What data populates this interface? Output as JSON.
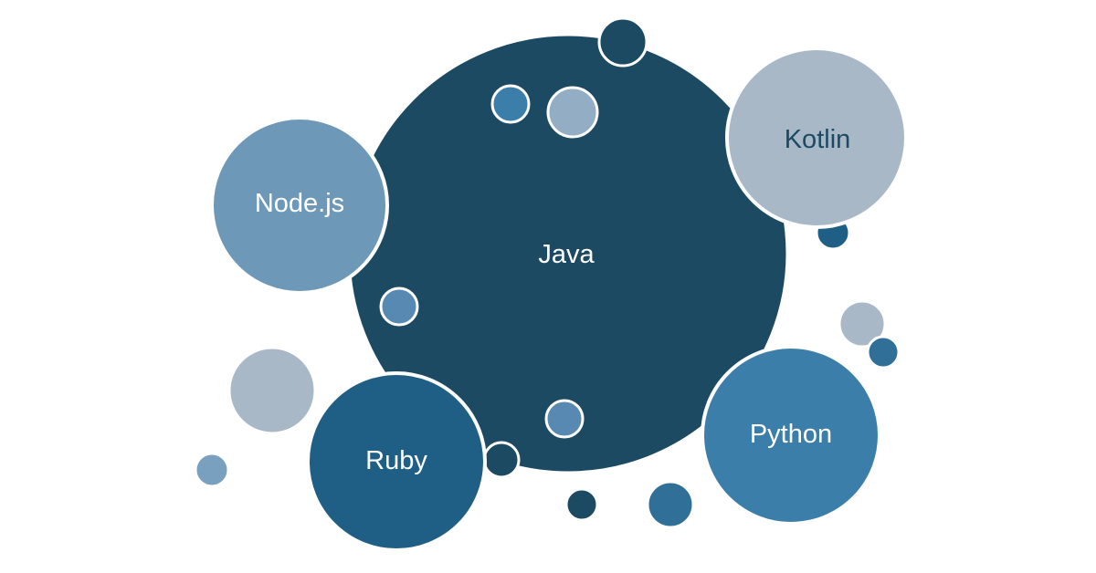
{
  "bubbles": {
    "java": {
      "label": "Java"
    },
    "nodejs": {
      "label": "Node.js"
    },
    "kotlin": {
      "label": "Kotlin"
    },
    "ruby": {
      "label": "Ruby"
    },
    "python": {
      "label": "Python"
    }
  },
  "colors": {
    "java": "#1c4a63",
    "nodejs": "#6e98b8",
    "kotlin": "#a8b8c7",
    "ruby": "#1f5f86",
    "python": "#3c7eaa",
    "ring": "#ffffff",
    "label_light": "#ffffff",
    "label_dark": "#1c4a63"
  }
}
